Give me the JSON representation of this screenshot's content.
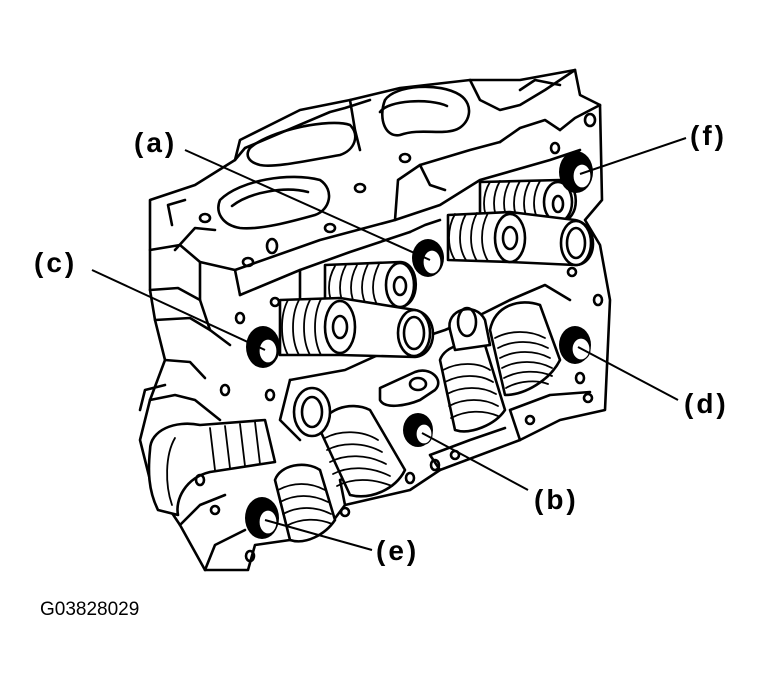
{
  "figure": {
    "id_text": "G03828029"
  },
  "callouts": {
    "a": "(a)",
    "b": "(b)",
    "c": "(c)",
    "d": "(d)",
    "e": "(e)",
    "f": "(f)"
  }
}
